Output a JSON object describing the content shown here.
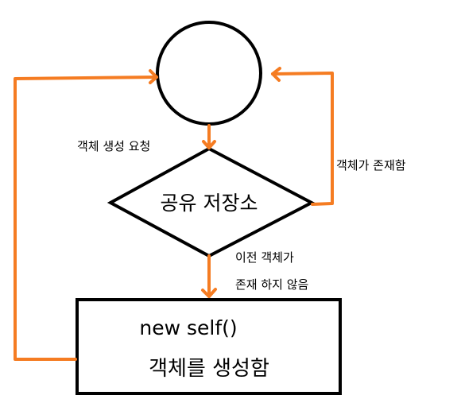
{
  "diagram": {
    "nodes": {
      "start_circle": {
        "label": ""
      },
      "decision": {
        "label": "공유 저장소"
      },
      "process": {
        "line1": "new self()",
        "line2": "객체를 생성함"
      }
    },
    "edges": {
      "request": {
        "label": "객체 생성 요청"
      },
      "exists": {
        "label": "객체가 존재함"
      },
      "not_exists": {
        "line1": "이전 객체가",
        "line2": "존재 하지 않음"
      }
    }
  },
  "colors": {
    "arrow": "#f57c22",
    "stroke": "#000000"
  }
}
